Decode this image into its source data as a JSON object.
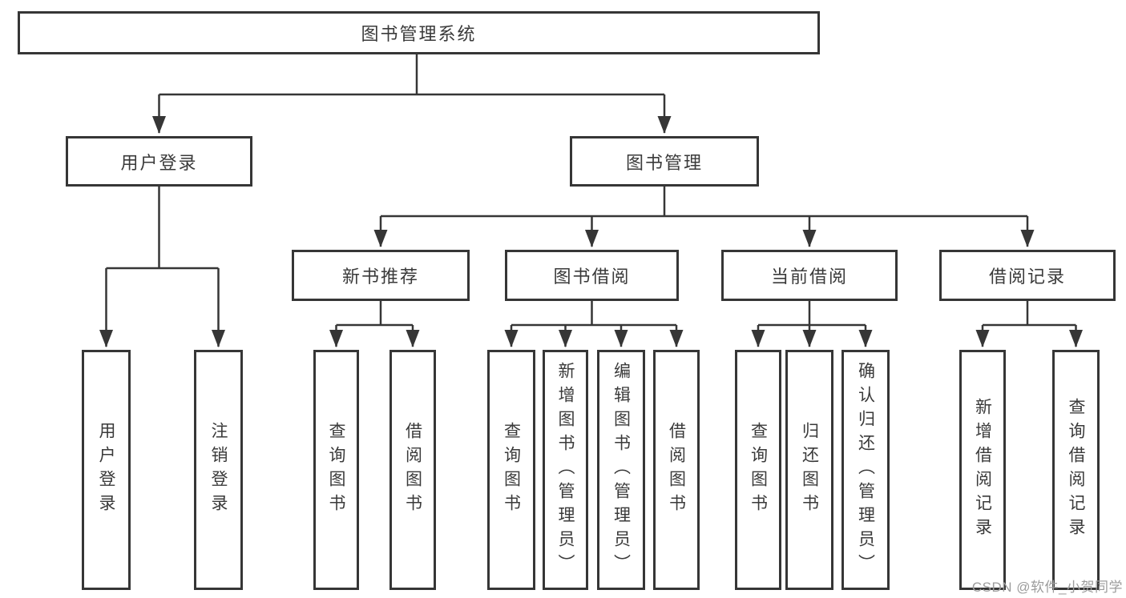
{
  "diagram": {
    "root": "图书管理系统",
    "level2": [
      "用户登录",
      "图书管理"
    ],
    "level3": [
      "新书推荐",
      "图书借阅",
      "当前借阅",
      "借阅记录"
    ],
    "leaves": {
      "user_login": [
        "用户登录",
        "注销登录"
      ],
      "new_book_recommend": [
        "查询图书",
        "借阅图书"
      ],
      "book_borrow": [
        "查询图书",
        "新增图书（管理员）",
        "编辑图书（管理员）",
        "借阅图书"
      ],
      "current_borrow": [
        "查询图书",
        "归还图书",
        "确认归还（管理员）"
      ],
      "borrow_record": [
        "新增借阅记录",
        "查询借阅记录"
      ]
    }
  },
  "watermark": "CSDN @软件_小贺同学",
  "colors": {
    "line": "#363636",
    "box_border": "#363636",
    "box_fill": "#ffffff",
    "text": "#3a3a3a",
    "watermark": "#9c9c9c",
    "background": "#ffffff"
  }
}
